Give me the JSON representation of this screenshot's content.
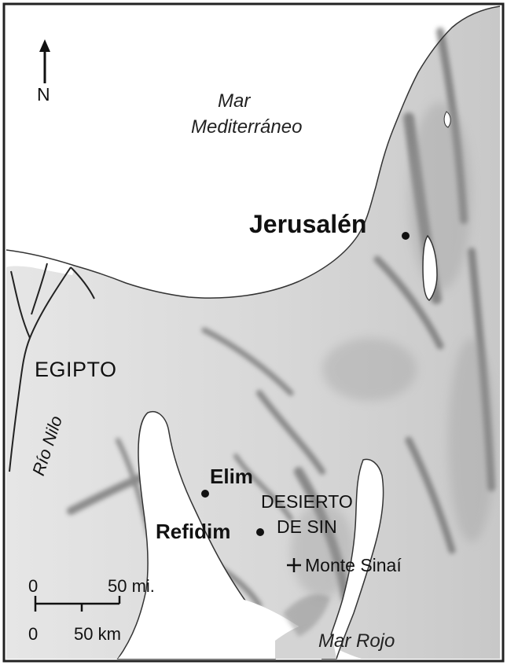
{
  "compass": {
    "label": "N"
  },
  "labels": {
    "sea_north_line1": "Mar",
    "sea_north_line2": "Mediterráneo",
    "city_jerusalem": "Jerusalén",
    "region_egypt": "EGIPTO",
    "river_nile": "Río Nilo",
    "city_elim": "Elim",
    "region_desert_line1": "DESIERTO",
    "region_desert_line2": "DE SIN",
    "city_refidim": "Refidim",
    "mountain_sinai": "Monte Sinaí",
    "sea_south": "Mar Rojo"
  },
  "scale": {
    "miles_zero": "0",
    "miles_value": "50 mi.",
    "km_zero": "0",
    "km_value": "50 km"
  },
  "colors": {
    "water": "#ffffff",
    "land": "#d9d9d9",
    "relief": "#6e6e6e",
    "text": "#111111"
  }
}
